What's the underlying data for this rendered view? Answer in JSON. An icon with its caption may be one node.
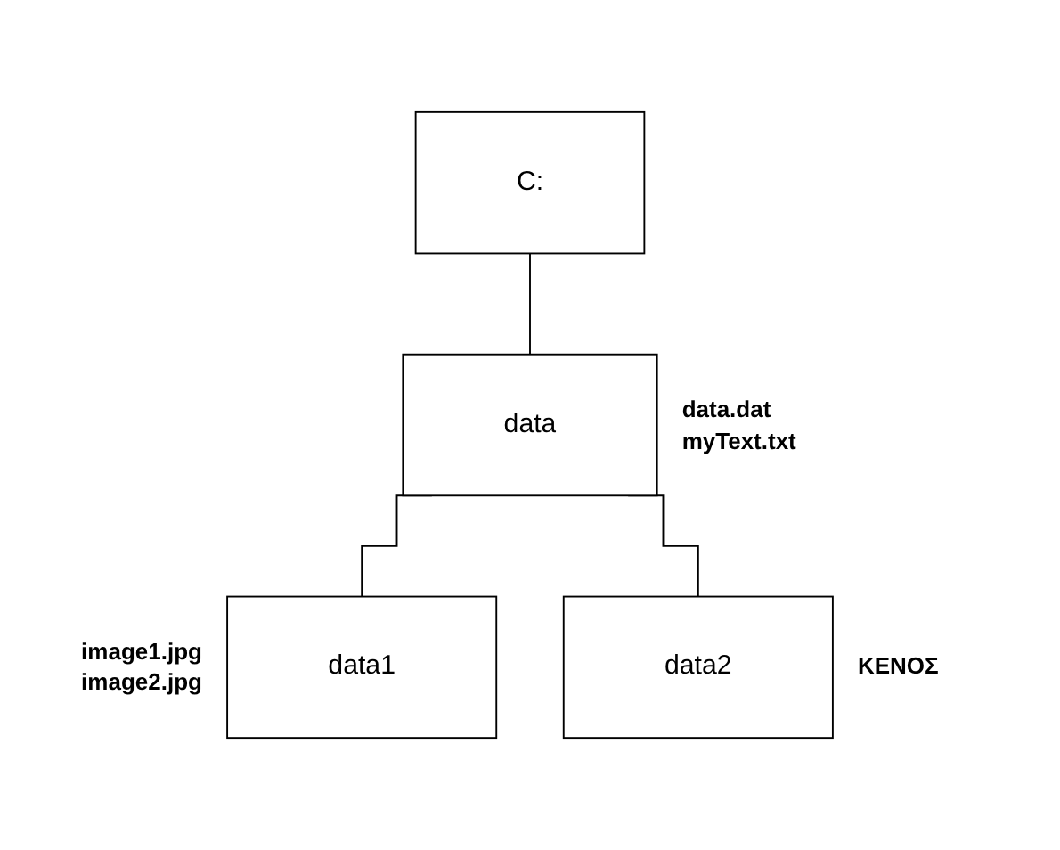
{
  "diagram": {
    "nodes": [
      {
        "text": [
          "C:"
        ]
      },
      {
        "text": [
          "data"
        ],
        "beside": [
          "data.dat",
          "myText.txt"
        ]
      },
      {
        "text": [
          "data1"
        ],
        "beside": [
          "image1.jpg",
          "image2.jpg"
        ]
      },
      {
        "text": [
          "data2"
        ],
        "beside": [
          "ΚΕΝΟΣ"
        ]
      }
    ],
    "edges": [
      {
        "from": 0,
        "to": 1,
        "arrow": "none"
      },
      {
        "from": 1,
        "to": 2,
        "arrow": "none"
      },
      {
        "from": 1,
        "to": 3,
        "arrow": "none"
      }
    ]
  }
}
